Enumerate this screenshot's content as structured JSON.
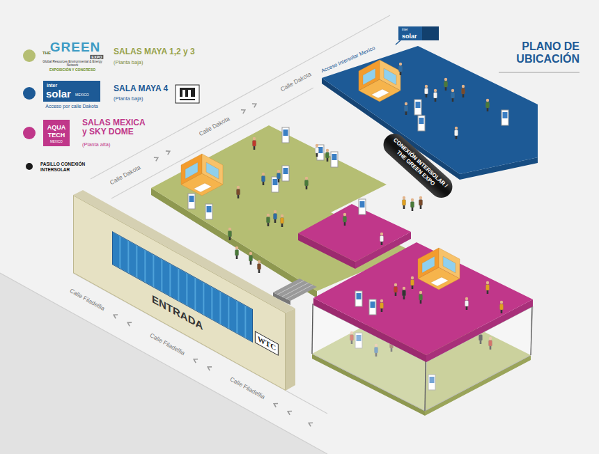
{
  "diagram": {
    "title": "PLANO DE UBICACIÓN",
    "nodes": [
      {
        "text": [
          "CONEXIÓN INTERSOLAR / THE GREEN EXPO"
        ]
      },
      {
        "text": [
          "ENTRADA"
        ]
      }
    ],
    "labels": [
      "THE",
      "GREEN",
      "EXPO",
      "Global Resources Environmental & Energy Network",
      "EXPOSICIÓN Y CONGRESO",
      "(Planta baja)",
      "inter",
      "solar",
      "MEXICO",
      "(Planta baja)",
      "Acceso por calle Dakota",
      "AQUA",
      "TECH",
      "MEXICO",
      "(Planta alta)",
      "Calle Dakota",
      "Calle Dakota",
      "Calle Dakota",
      "Acceso Intersolar Mexico",
      "inter",
      "solar",
      "Calle Filadelfia",
      "Calle Filadelfia",
      "Calle Filadelfia",
      "WTC"
    ],
    "legend": [
      {
        "text": "SALAS MAYA 1,2 y 3",
        "color": "#b5be73"
      },
      {
        "text": "SALA MAYA 4",
        "color": "#1d5a96"
      },
      {
        "text": "SALAS MEXICA y SKY DOME",
        "color": "#c0378a"
      },
      {
        "text": "PASILLO CONEXIÓN INTERSOLAR",
        "color": "#1a1a1a"
      }
    ]
  }
}
